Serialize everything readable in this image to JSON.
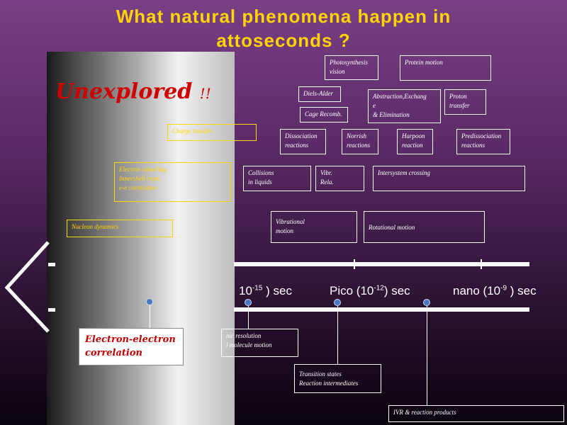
{
  "title": {
    "line1": "What natural phenomena happen in",
    "line2": "attoseconds ?"
  },
  "unexplored": {
    "text": "Unexplored",
    "suffix": "!!"
  },
  "boxes": {
    "photosynthesis": [
      "Photosynthesis",
      "vision"
    ],
    "protein_motion": "Protein motion",
    "diels_alder": "Diels-Alder",
    "abstraction": [
      "Abstraction,Exchang",
      "e",
      "& Elimination"
    ],
    "proton_transfer": [
      "Proton",
      "transfer"
    ],
    "cage_recomb": "Cage Recomb.",
    "charge_transfer": "Charge transfer",
    "dissociation": [
      "Dissociation",
      "reactions"
    ],
    "norrish": [
      "Norrish",
      "reactions"
    ],
    "harpoon": [
      "Harpoon",
      "reaction"
    ],
    "predissociation": [
      "Predissociation",
      "reactions"
    ],
    "electron_tunneling": [
      "Electron tunneling",
      "Innershell trans.",
      "e-e correlation"
    ],
    "collisions": [
      "Collisions",
      "in liquids"
    ],
    "vibr": [
      "Vibr.",
      "Rela."
    ],
    "intersystem": "Intersystem crossing",
    "nucleon": "Nucleon dynamics",
    "vibrational": [
      "Vibrational",
      "motion"
    ],
    "rotational": "Rotational motion",
    "atomic_resolution": [
      "nic resolution",
      "l molecule motion"
    ],
    "transition_states": [
      "Transition states",
      "Reaction intermediates"
    ],
    "ivr": "IVR & reaction products"
  },
  "axis": {
    "femto": {
      "exp": "-15",
      "rest": ") sec",
      "prefix": "10"
    },
    "pico": {
      "name": "Pico (10",
      "exp": "-12",
      "rest": ") sec"
    },
    "nano": {
      "name": "nano (10",
      "exp": "-9",
      "rest": ") sec"
    }
  },
  "ee_correlation": [
    "Electron-electron",
    "correlation"
  ],
  "colors": {
    "title": "#ffd400",
    "unexplored": "#d00000",
    "dot": "#4a78c0"
  }
}
